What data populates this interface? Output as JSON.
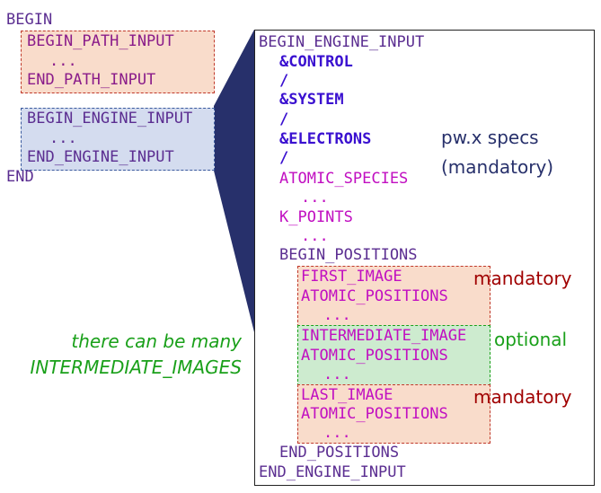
{
  "left": {
    "begin": "BEGIN",
    "path_begin": "BEGIN_PATH_INPUT",
    "path_dots": "...",
    "path_end": "END_PATH_INPUT",
    "engine_begin": "BEGIN_ENGINE_INPUT",
    "engine_dots": "...",
    "engine_end": "END_ENGINE_INPUT",
    "end": "END"
  },
  "engine": {
    "begin": "BEGIN_ENGINE_INPUT",
    "control": "&CONTROL",
    "slash1": "/",
    "system": "&SYSTEM",
    "slash2": "/",
    "electrons": "&ELECTRONS",
    "slash3": "/",
    "atomic_species": "ATOMIC_SPECIES",
    "dots1": "...",
    "k_points": "K_POINTS",
    "dots2": "...",
    "positions_begin": "BEGIN_POSITIONS",
    "first_image": "FIRST_IMAGE",
    "first_atomic": "ATOMIC_POSITIONS",
    "first_dots": "...",
    "intermediate_image": "INTERMEDIATE_IMAGE",
    "intermediate_atomic": "ATOMIC_POSITIONS",
    "intermediate_dots": "...",
    "last_image": "LAST_IMAGE",
    "last_atomic": "ATOMIC_POSITIONS",
    "last_dots": "...",
    "positions_end": "END_POSITIONS",
    "end": "END_ENGINE_INPUT"
  },
  "annotations": {
    "pwx_line1": "pw.x specs",
    "pwx_line2": "(mandatory)",
    "first_tag": "mandatory",
    "intermediate_tag": "optional",
    "last_tag": "mandatory",
    "many_line1": "there can be many",
    "many_line2": "INTERMEDIATE_IMAGES"
  },
  "colors": {
    "path_box_fill": "#f9dccb",
    "path_box_border": "#c0392b",
    "engine_box_fill": "#d4dcef",
    "engine_box_border": "#3a5a9e",
    "connector": "#27306b",
    "mandatory": "#a00000",
    "optional": "#1aa01a",
    "pwx": "#27306b",
    "intermediate_fill": "#cdebcf"
  }
}
